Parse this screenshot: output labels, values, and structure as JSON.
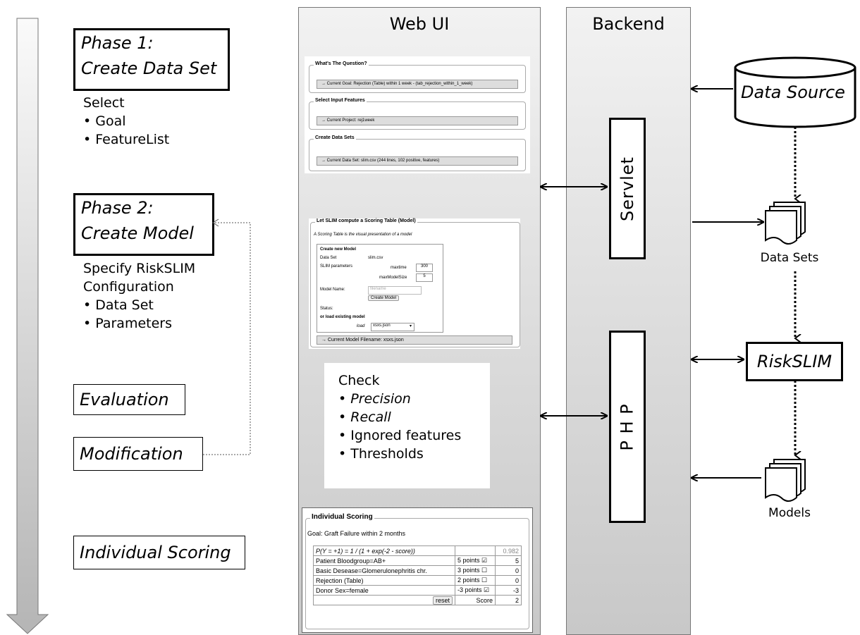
{
  "timeline": {
    "phase1": {
      "line1": "Phase 1:",
      "line2": "Create Data Set"
    },
    "phase1_desc": {
      "head": "Select",
      "items": [
        "Goal",
        "FeatureList"
      ]
    },
    "phase2": {
      "line1": "Phase 2:",
      "line2": "Create Model"
    },
    "phase2_desc": {
      "head1": "Specify RiskSLIM",
      "head2": "Configuration",
      "items": [
        "Data Set",
        "Parameters"
      ]
    },
    "evaluation": "Evaluation",
    "modification": "Modification",
    "individual_scoring": "Individual Scoring"
  },
  "webui": {
    "title": "Web UI",
    "panel1": {
      "q_legend": "What's The Question?",
      "q_current": "→ Current Goal: Rejection (Table) within 1 week - (tab_rejection_within_1_week)",
      "f_legend": "Select Input Features",
      "f_current": "→ Current Project: rej1week",
      "d_legend": "Create Data Sets",
      "d_current": "→ Current Data Set: slim.csv (244 lines, 102 positive, features)"
    },
    "panel2": {
      "legend": "Let SLIM compute a Scoring Table (Model)",
      "subtitle": "A Scoring Table is the visual presentation of a model",
      "create_head": "Create new Model",
      "dataset_label": "Data Set",
      "dataset_value": "slim.csv",
      "params_label": "SLIM parameters",
      "maxtime_label": "maxtime",
      "maxtime_value": "300",
      "maxsize_label": "maxModelSize",
      "maxsize_value": "5",
      "modelname_label": "Model Name:",
      "modelname_placeholder": "filename",
      "create_button": "Create Model",
      "status_label": "Status:",
      "load_head": "or load existing model",
      "load_label": "load",
      "load_value": "xsxs.json",
      "current_model": "→ Current Model Filename: xsxs.json"
    },
    "check": {
      "head": "Check",
      "items": [
        "Precision",
        "Recall",
        "Ignored features",
        "Thresholds"
      ]
    },
    "scoring": {
      "legend": "Individual Scoring",
      "goal": "Goal: Graft Failure within 2 months",
      "formula": "P(Y = +1) = 1 / (1 + exp(-2 - score))",
      "prob": "0.982",
      "rows": [
        {
          "feature": "Patient Bloodgroup=AB+",
          "points": "5 points",
          "checked": true,
          "value": "5"
        },
        {
          "feature": "Basic Desease=Glomerulonephritis chr.",
          "points": "3 points",
          "checked": false,
          "value": "0"
        },
        {
          "feature": "Rejection (Table)",
          "points": "2 points",
          "checked": false,
          "value": "0"
        },
        {
          "feature": "Donor Sex=female",
          "points": "-3 points",
          "checked": true,
          "value": "-3"
        }
      ],
      "reset": "reset",
      "score_label": "Score",
      "score_value": "2"
    }
  },
  "backend": {
    "title": "Backend",
    "servlet": "Servlet",
    "php": "P H P"
  },
  "right": {
    "data_source": "Data Source",
    "data_sets": "Data Sets",
    "riskslim": "RiskSLIM",
    "models": "Models"
  },
  "colors": {
    "column_top": "#f2f2f2",
    "column_bottom": "#c8c8c8"
  }
}
